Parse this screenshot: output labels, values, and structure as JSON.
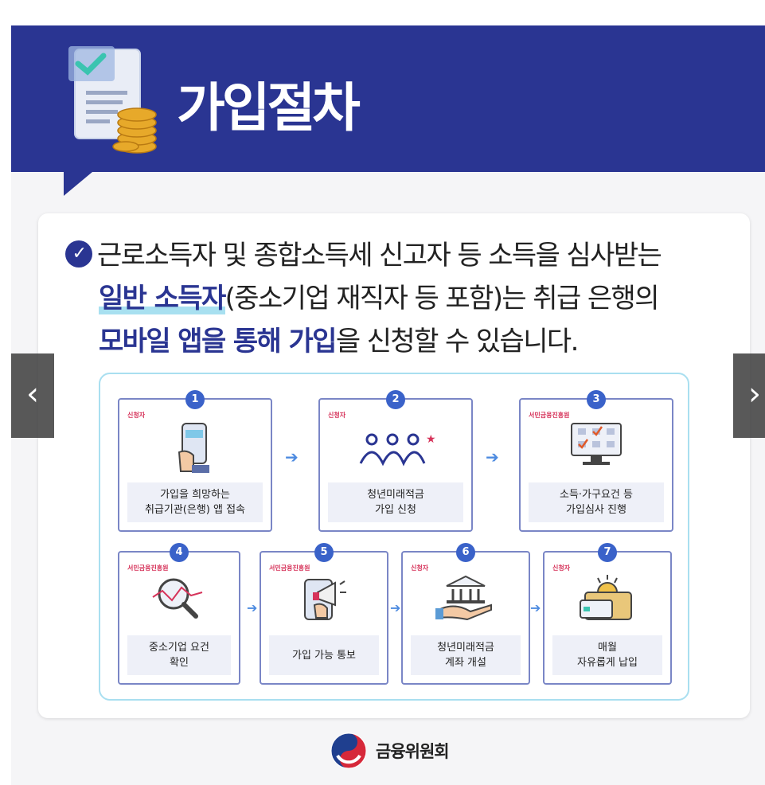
{
  "header": {
    "title": "가입절차"
  },
  "intro": {
    "line1": "근로소득자 및 종합소득세 신고자 등 소득을 심사받는",
    "line2_highlight": "일반 소득자",
    "line2_rest": "(중소기업 재직자 등 포함)는 취급 은행의",
    "line3_highlight": "모바일 앱을 통해 가입",
    "line3_rest": "을 신청할 수 있습니다."
  },
  "steps": [
    {
      "num": "1",
      "tag": "신청자",
      "line1": "가입을 희망하는",
      "line2": "취급기관(은행) 앱 접속",
      "icon": "phone-hand-icon"
    },
    {
      "num": "2",
      "tag": "신청자",
      "line1": "청년미래적금",
      "line2": "가입 신청",
      "icon": "people-icon"
    },
    {
      "num": "3",
      "tag": "서민금융진흥원",
      "line1": "소득·가구요건 등",
      "line2": "가입심사 진행",
      "icon": "monitor-check-icon"
    },
    {
      "num": "4",
      "tag": "서민금융진흥원",
      "line1": "중소기업 요건",
      "line2": "확인",
      "icon": "magnifier-chart-icon"
    },
    {
      "num": "5",
      "tag": "서민금융진흥원",
      "line1": "가입 가능 통보",
      "line2": "",
      "icon": "megaphone-phone-icon"
    },
    {
      "num": "6",
      "tag": "신청자",
      "line1": "청년미래적금",
      "line2": "계좌 개설",
      "icon": "bank-hand-icon"
    },
    {
      "num": "7",
      "tag": "신청자",
      "line1": "매월",
      "line2": "자유롭게 납입",
      "icon": "wallet-icon"
    }
  ],
  "footer": {
    "org": "금융위원회"
  },
  "nav": {
    "prev": "‹",
    "next": "›"
  }
}
